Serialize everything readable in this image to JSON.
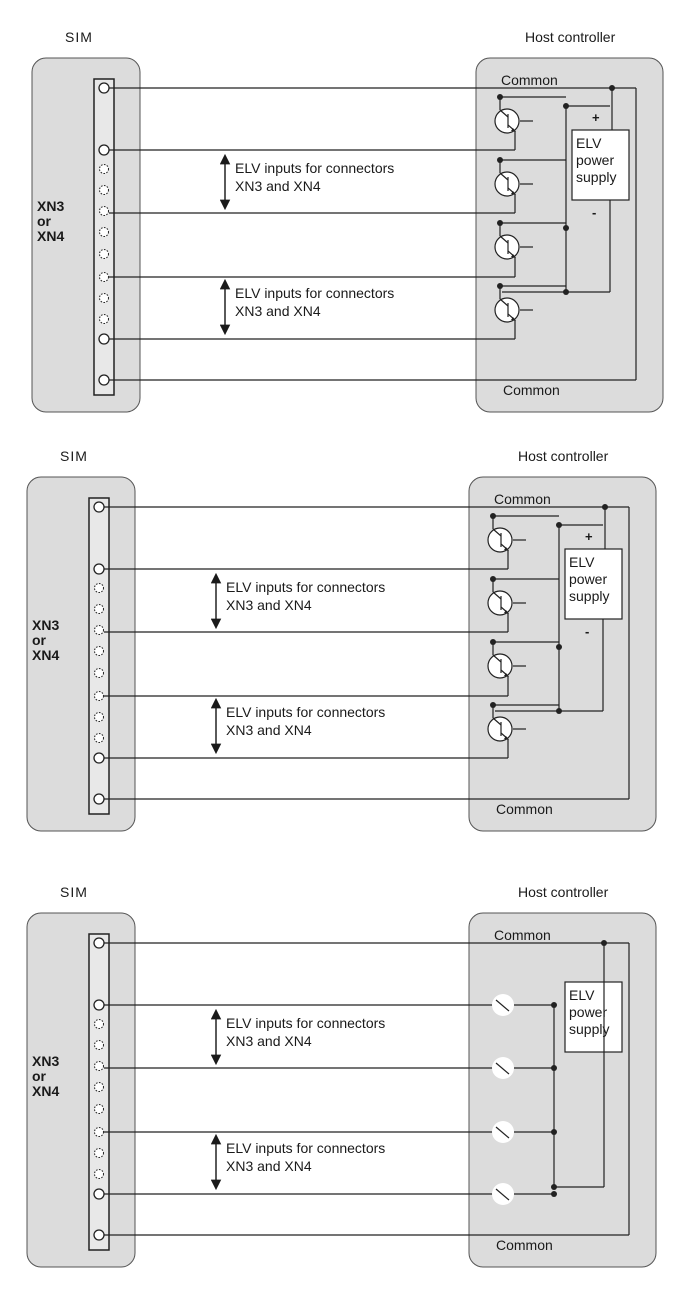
{
  "diagrams": [
    {
      "variant": "pnp-transistor-outputs",
      "sim_label": "SIM",
      "host_label": "Host controller",
      "connector_label": [
        "XN3",
        "or",
        "XN4"
      ],
      "common_top": "Common",
      "common_bottom": "Common",
      "supply_label": [
        "ELV",
        "power",
        "supply"
      ],
      "plus": "+",
      "minus": "-",
      "annotations": [
        [
          "ELV inputs for connectors",
          "XN3 and XN4"
        ],
        [
          "ELV inputs for connectors",
          "XN3 and XN4"
        ]
      ]
    },
    {
      "variant": "npn-transistor-outputs",
      "sim_label": "SIM",
      "host_label": "Host controller",
      "connector_label": [
        "XN3",
        "or",
        "XN4"
      ],
      "common_top": "Common",
      "common_bottom": "Common",
      "supply_label": [
        "ELV",
        "power",
        "supply"
      ],
      "plus": "+",
      "minus": "-",
      "annotations": [
        [
          "ELV inputs for connectors",
          "XN3 and XN4"
        ],
        [
          "ELV inputs for connectors",
          "XN3 and XN4"
        ]
      ]
    },
    {
      "variant": "relay-contact-outputs",
      "sim_label": "SIM",
      "host_label": "Host controller",
      "connector_label": [
        "XN3",
        "or",
        "XN4"
      ],
      "common_top": "Common",
      "common_bottom": "Common",
      "supply_label": [
        "ELV",
        "power",
        "supply"
      ],
      "annotations": [
        [
          "ELV inputs for connectors",
          "XN3 and XN4"
        ],
        [
          "ELV inputs for connectors",
          "XN3 and XN4"
        ]
      ]
    }
  ],
  "colors": {
    "panel_fill": "#dcdcdc",
    "panel_stroke": "#555555",
    "wire": "#222222",
    "box_fill": "#ffffff"
  }
}
